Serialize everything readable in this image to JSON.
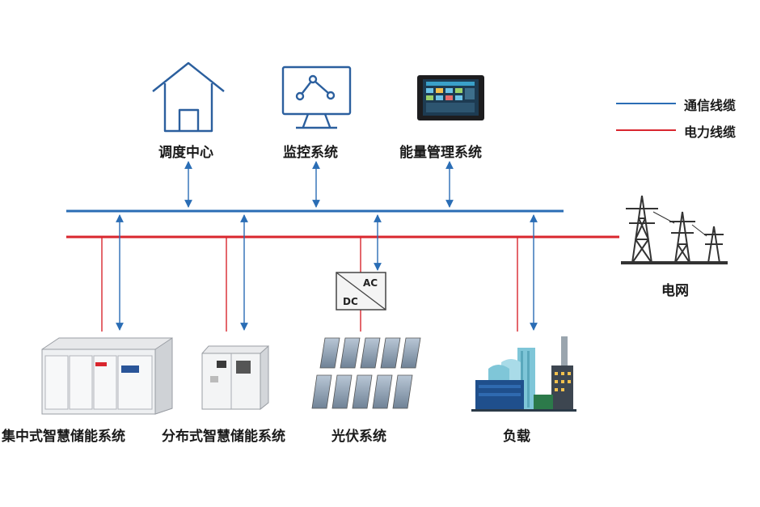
{
  "legend": {
    "comm_cable": "通信线缆",
    "power_cable": "电力线缆"
  },
  "colors": {
    "comm": "#2a6db5",
    "power": "#d9262e",
    "icon_blue": "#2b5f9e"
  },
  "top_nodes": {
    "dispatch": "调度中心",
    "monitor": "监控系统",
    "ems": "能量管理系统"
  },
  "grid": {
    "label": "电网"
  },
  "converter": {
    "ac": "AC",
    "dc": "DC"
  },
  "bottom_nodes": {
    "central_storage": "集中式智慧储能系统",
    "distributed_storage": "分布式智慧储能系统",
    "pv": "光伏系统",
    "load": "负载"
  }
}
